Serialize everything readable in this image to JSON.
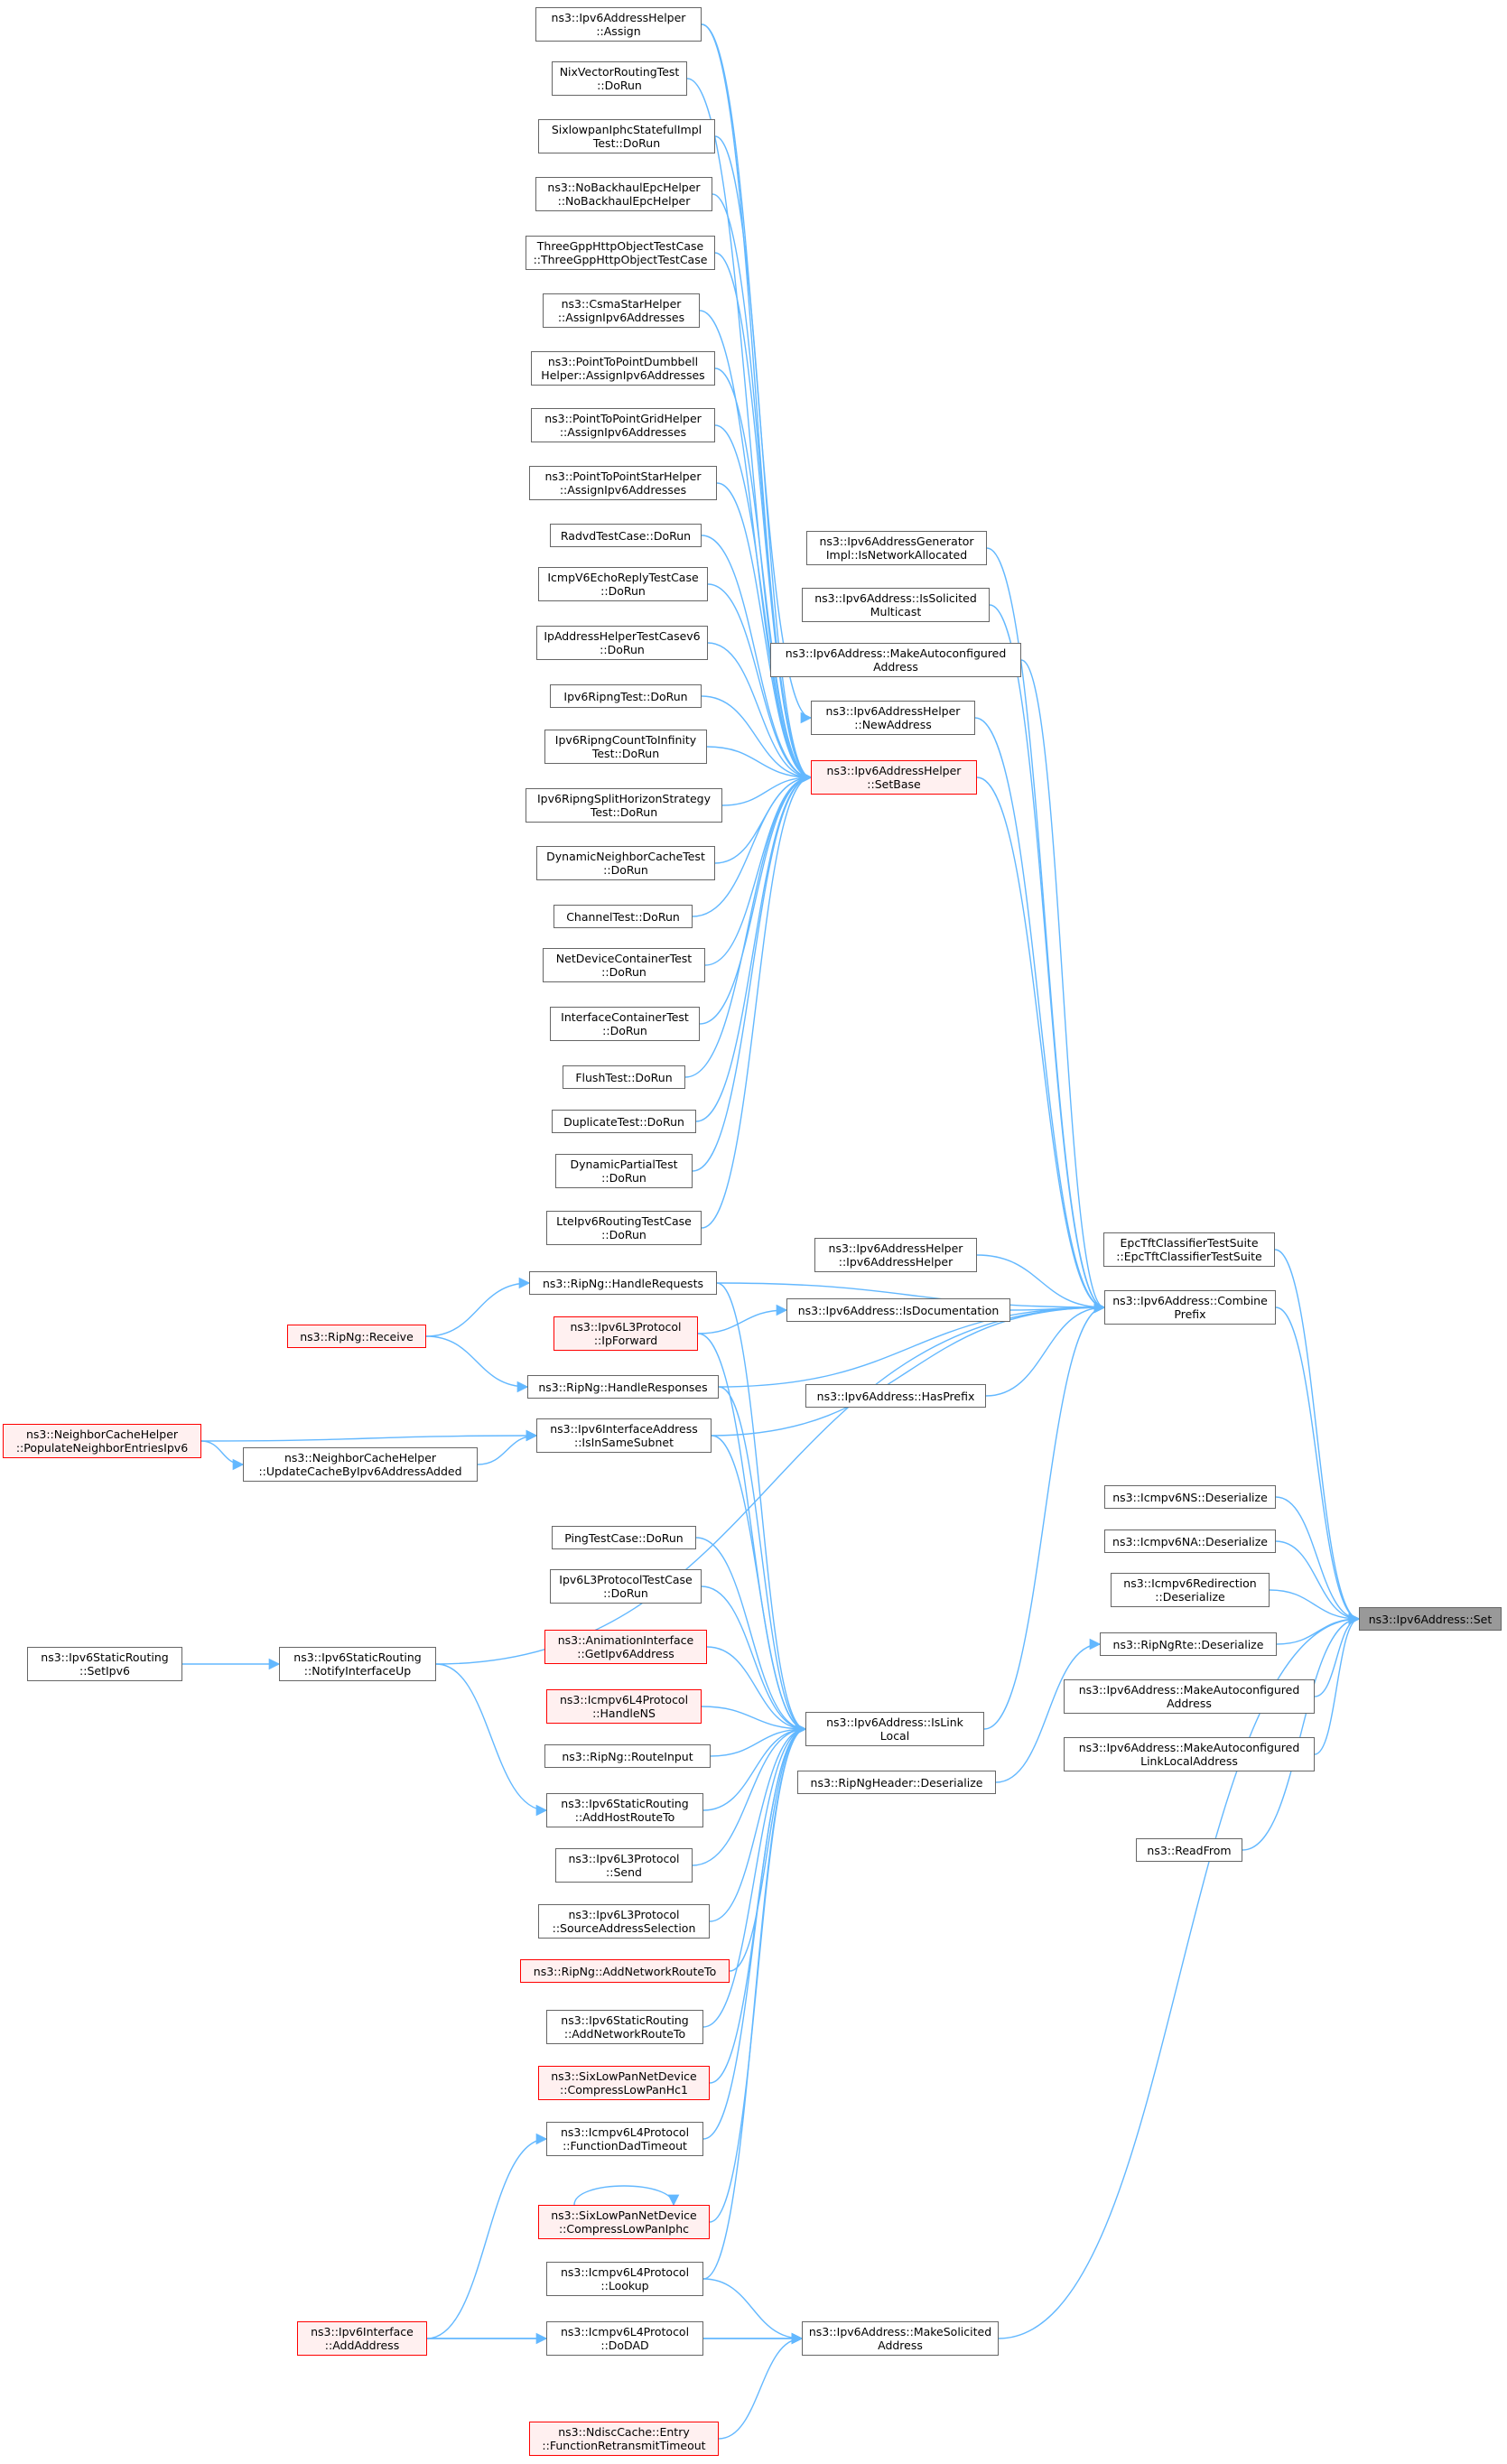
{
  "graph": {
    "root": "ns3::Ipv6Address::Set",
    "colors": {
      "edge": "#63b8ff",
      "node_border": "#666666",
      "truncated_border": "#ff0000",
      "truncated_fill": "#fff0f0",
      "root_fill": "#999999"
    },
    "nodes": {
      "n_set": [
        "ns3::Ipv6Address::Set"
      ],
      "n_ipv6addrhelper_assign": [
        "ns3::Ipv6AddressHelper",
        "::Assign"
      ],
      "n_nixvector": [
        "NixVectorRoutingTest",
        "::DoRun"
      ],
      "n_sixlowpan_iphc": [
        "SixlowpanIphcStatefulImpl",
        "Test::DoRun"
      ],
      "n_nobackhaul": [
        "ns3::NoBackhaulEpcHelper",
        "::NoBackhaulEpcHelper"
      ],
      "n_threegpp": [
        "ThreeGppHttpObjectTestCase",
        "::ThreeGppHttpObjectTestCase"
      ],
      "n_csmastar": [
        "ns3::CsmaStarHelper",
        "::AssignIpv6Addresses"
      ],
      "n_p2pdumbbell": [
        "ns3::PointToPointDumbbell",
        "Helper::AssignIpv6Addresses"
      ],
      "n_p2pgrid": [
        "ns3::PointToPointGridHelper",
        "::AssignIpv6Addresses"
      ],
      "n_p2pstar": [
        "ns3::PointToPointStarHelper",
        "::AssignIpv6Addresses"
      ],
      "n_radvd": [
        "RadvdTestCase::DoRun"
      ],
      "n_icmpv6echo": [
        "IcmpV6EchoReplyTestCase",
        "::DoRun"
      ],
      "n_ipaddrhelpertest": [
        "IpAddressHelperTestCasev6",
        "::DoRun"
      ],
      "n_ipv6ripngtest": [
        "Ipv6RipngTest::DoRun"
      ],
      "n_ripngcount": [
        "Ipv6RipngCountToInfinity",
        "Test::DoRun"
      ],
      "n_ripngsplit": [
        "Ipv6RipngSplitHorizonStrategy",
        "Test::DoRun"
      ],
      "n_dyncache": [
        "DynamicNeighborCacheTest",
        "::DoRun"
      ],
      "n_channeltest": [
        "ChannelTest::DoRun"
      ],
      "n_netdevcont": [
        "NetDeviceContainerTest",
        "::DoRun"
      ],
      "n_ifacecont": [
        "InterfaceContainerTest",
        "::DoRun"
      ],
      "n_flushtest": [
        "FlushTest::DoRun"
      ],
      "n_duptest": [
        "DuplicateTest::DoRun"
      ],
      "n_dynpartial": [
        "DynamicPartialTest",
        "::DoRun"
      ],
      "n_lteipv6": [
        "LteIpv6RoutingTestCase",
        "::DoRun"
      ],
      "n_handlereq": [
        "ns3::RipNg::HandleRequests"
      ],
      "n_ripngreceive": [
        "ns3::RipNg::Receive"
      ],
      "n_l3ipforward": [
        "ns3::Ipv6L3Protocol",
        "::IpForward"
      ],
      "n_handleresp": [
        "ns3::RipNg::HandleResponses"
      ],
      "n_populateneighbor": [
        "ns3::NeighborCacheHelper",
        "::PopulateNeighborEntriesIpv6"
      ],
      "n_updatecache": [
        "ns3::NeighborCacheHelper",
        "::UpdateCacheByIpv6AddressAdded"
      ],
      "n_isinsamesubnet": [
        "ns3::Ipv6InterfaceAddress",
        "::IsInSameSubnet"
      ],
      "n_pingtest": [
        "PingTestCase::DoRun"
      ],
      "n_l3prottest": [
        "Ipv6L3ProtocolTestCase",
        "::DoRun"
      ],
      "n_staticsetipv6": [
        "ns3::Ipv6StaticRouting",
        "::SetIpv6"
      ],
      "n_staticnotify": [
        "ns3::Ipv6StaticRouting",
        "::NotifyInterfaceUp"
      ],
      "n_animgetipv6": [
        "ns3::AnimationInterface",
        "::GetIpv6Address"
      ],
      "n_icmpl4handlens": [
        "ns3::Icmpv6L4Protocol",
        "::HandleNS"
      ],
      "n_routeinput": [
        "ns3::RipNg::RouteInput"
      ],
      "n_addhostroute": [
        "ns3::Ipv6StaticRouting",
        "::AddHostRouteTo"
      ],
      "n_l3send": [
        "ns3::Ipv6L3Protocol",
        "::Send"
      ],
      "n_srcaddrsel": [
        "ns3::Ipv6L3Protocol",
        "::SourceAddressSelection"
      ],
      "n_addnetroute_rip": [
        "ns3::RipNg::AddNetworkRouteTo"
      ],
      "n_addnetroute_static": [
        "ns3::Ipv6StaticRouting",
        "::AddNetworkRouteTo"
      ],
      "n_compresshc1": [
        "ns3::SixLowPanNetDevice",
        "::CompressLowPanHc1"
      ],
      "n_funcdad": [
        "ns3::Icmpv6L4Protocol",
        "::FunctionDadTimeout"
      ],
      "n_compressiphc": [
        "ns3::SixLowPanNetDevice",
        "::CompressLowPanIphc"
      ],
      "n_lookup": [
        "ns3::Icmpv6L4Protocol",
        "::Lookup"
      ],
      "n_addaddress": [
        "ns3::Ipv6Interface",
        "::AddAddress"
      ],
      "n_dodad": [
        "ns3::Icmpv6L4Protocol",
        "::DoDAD"
      ],
      "n_ndiscretrans": [
        "ns3::NdiscCache::Entry",
        "::FunctionRetransmitTimeout"
      ],
      "n_isnetalloc": [
        "ns3::Ipv6AddressGenerator",
        "Impl::IsNetworkAllocated"
      ],
      "n_issolicited": [
        "ns3::Ipv6Address::IsSolicited",
        "Multicast"
      ],
      "n_makeautoconf_mid": [
        "ns3::Ipv6Address::MakeAutoconfigured",
        "Address"
      ],
      "n_newaddress": [
        "ns3::Ipv6AddressHelper",
        "::NewAddress"
      ],
      "n_setbase": [
        "ns3::Ipv6AddressHelper",
        "::SetBase"
      ],
      "n_ctor": [
        "ns3::Ipv6AddressHelper",
        "::Ipv6AddressHelper"
      ],
      "n_isdoc": [
        "ns3::Ipv6Address::IsDocumentation"
      ],
      "n_hasprefix": [
        "ns3::Ipv6Address::HasPrefix"
      ],
      "n_islinklocal": [
        "ns3::Ipv6Address::IsLink",
        "Local"
      ],
      "n_ripngheaderdeser": [
        "ns3::RipNgHeader::Deserialize"
      ],
      "n_makesolicited": [
        "ns3::Ipv6Address::MakeSolicited",
        "Address"
      ],
      "n_epctft": [
        "EpcTftClassifierTestSuite",
        "::EpcTftClassifierTestSuite"
      ],
      "n_combineprefix": [
        "ns3::Ipv6Address::Combine",
        "Prefix"
      ],
      "n_icmpns_deser": [
        "ns3::Icmpv6NS::Deserialize"
      ],
      "n_icmpna_deser": [
        "ns3::Icmpv6NA::Deserialize"
      ],
      "n_icmpredir_deser": [
        "ns3::Icmpv6Redirection",
        "::Deserialize"
      ],
      "n_ripngrte_deser": [
        "ns3::RipNgRte::Deserialize"
      ],
      "n_makeautoconf_right": [
        "ns3::Ipv6Address::MakeAutoconfigured",
        "Address"
      ],
      "n_makeautoconf_ll": [
        "ns3::Ipv6Address::MakeAutoconfigured",
        "LinkLocalAddress"
      ],
      "n_readfrom": [
        "ns3::ReadFrom"
      ]
    }
  }
}
